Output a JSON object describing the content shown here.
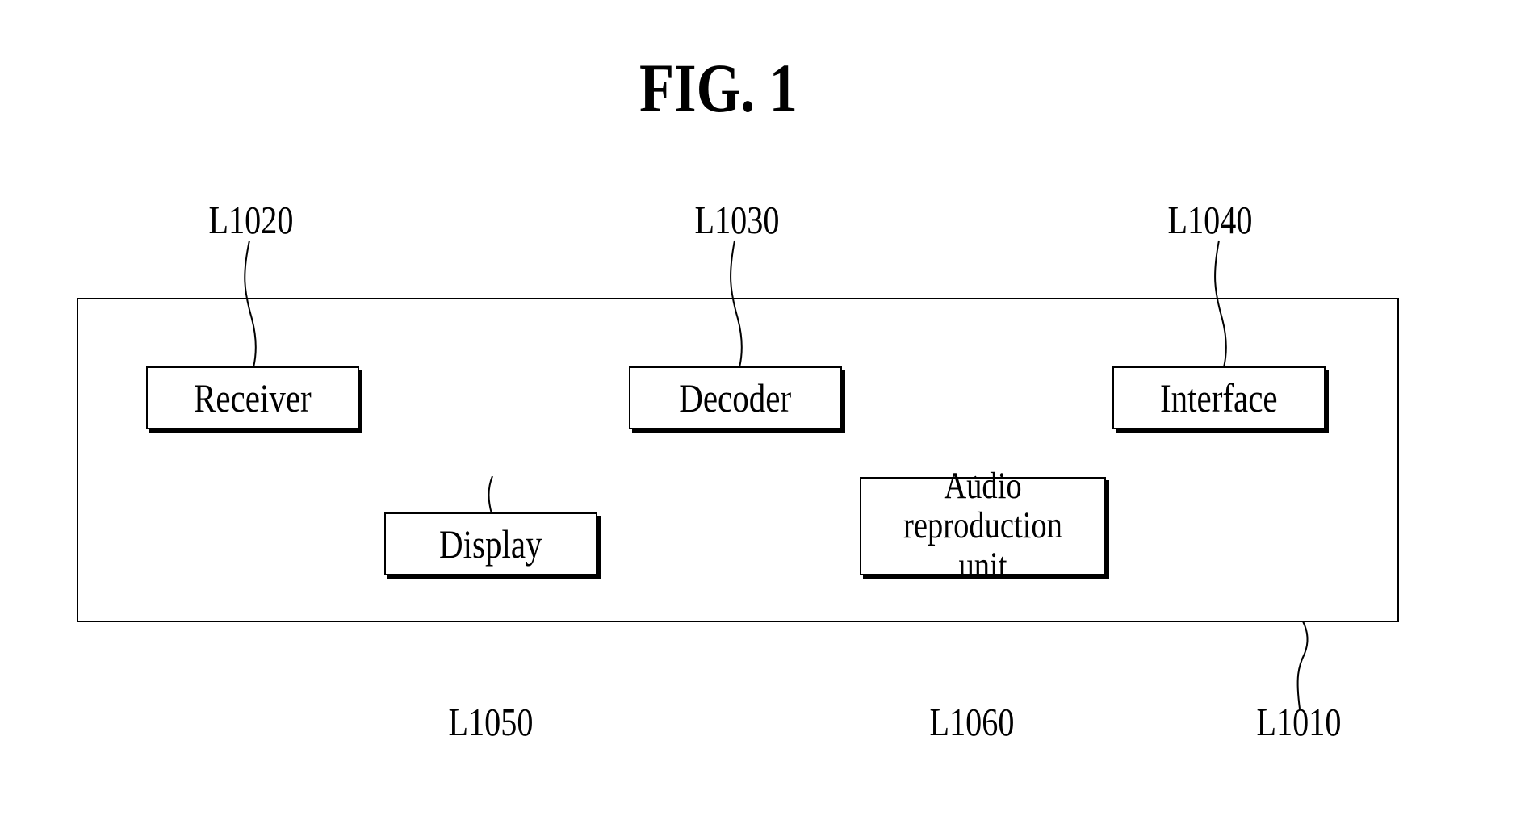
{
  "figure": {
    "title": "FIG. 1"
  },
  "device": {
    "ref": "L1010"
  },
  "components": {
    "receiver": {
      "label": "Receiver",
      "ref": "L1020"
    },
    "decoder": {
      "label": "Decoder",
      "ref": "L1030"
    },
    "interface": {
      "label": "Interface",
      "ref": "L1040"
    },
    "display": {
      "label": "Display",
      "ref": "L1050"
    },
    "audio": {
      "label_line1": "Audio",
      "label_line2": "reproduction unit",
      "ref": "L1060"
    }
  }
}
